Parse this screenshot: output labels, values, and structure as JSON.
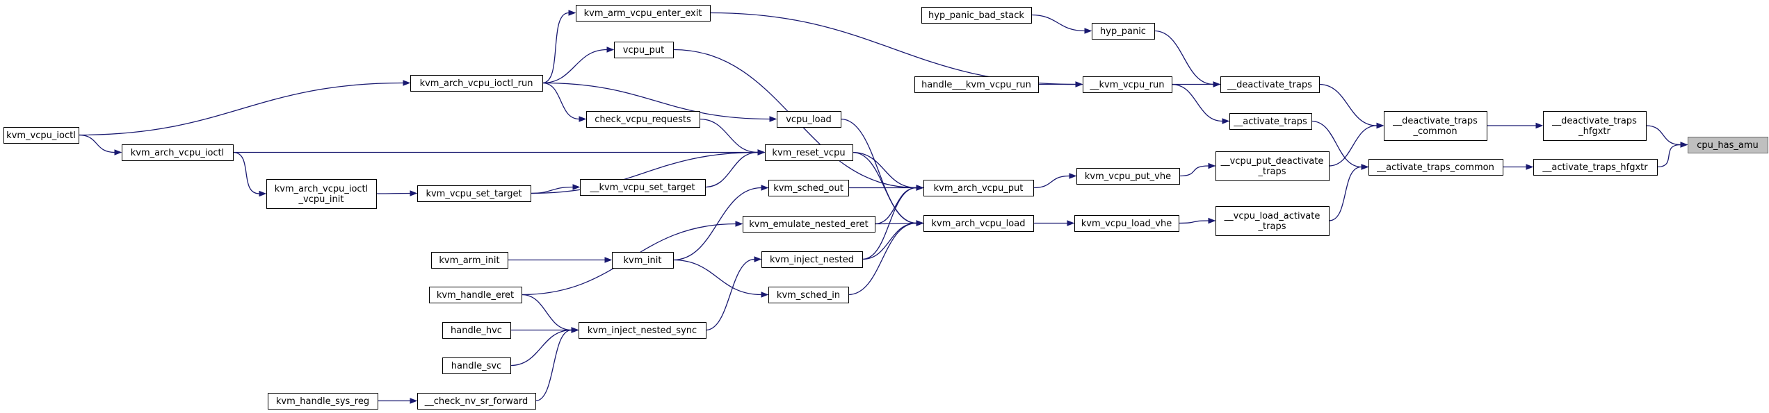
{
  "graph": {
    "nodes": [
      {
        "id": "cpu_has_amu",
        "lines": [
          "cpu_has_amu"
        ]
      },
      {
        "id": "deactivate_traps_hfgxtr",
        "lines": [
          "__deactivate_traps",
          "_hfgxtr"
        ]
      },
      {
        "id": "activate_traps_hfgxtr",
        "lines": [
          "__activate_traps_hfgxtr"
        ]
      },
      {
        "id": "deactivate_traps_common",
        "lines": [
          "__deactivate_traps",
          "_common"
        ]
      },
      {
        "id": "activate_traps_common",
        "lines": [
          "__activate_traps_common"
        ]
      },
      {
        "id": "deactivate_traps",
        "lines": [
          "__deactivate_traps"
        ]
      },
      {
        "id": "activate_traps",
        "lines": [
          "__activate_traps"
        ]
      },
      {
        "id": "vcpu_put_deactivate_traps",
        "lines": [
          "__vcpu_put_deactivate",
          "_traps"
        ]
      },
      {
        "id": "vcpu_load_activate_traps",
        "lines": [
          "__vcpu_load_activate",
          "_traps"
        ]
      },
      {
        "id": "hyp_panic",
        "lines": [
          "hyp_panic"
        ]
      },
      {
        "id": "hyp_panic_bad_stack",
        "lines": [
          "hyp_panic_bad_stack"
        ]
      },
      {
        "id": "kvm_vcpu_run_inner",
        "lines": [
          "__kvm_vcpu_run"
        ]
      },
      {
        "id": "handle_kvm_vcpu_run",
        "lines": [
          "handle___kvm_vcpu_run"
        ]
      },
      {
        "id": "kvm_vcpu_put_vhe",
        "lines": [
          "kvm_vcpu_put_vhe"
        ]
      },
      {
        "id": "kvm_vcpu_load_vhe",
        "lines": [
          "kvm_vcpu_load_vhe"
        ]
      },
      {
        "id": "kvm_arch_vcpu_put",
        "lines": [
          "kvm_arch_vcpu_put"
        ]
      },
      {
        "id": "kvm_arch_vcpu_load",
        "lines": [
          "kvm_arch_vcpu_load"
        ]
      },
      {
        "id": "kvm_arm_vcpu_enter_exit",
        "lines": [
          "kvm_arm_vcpu_enter_exit"
        ]
      },
      {
        "id": "vcpu_put",
        "lines": [
          "vcpu_put"
        ]
      },
      {
        "id": "vcpu_load",
        "lines": [
          "vcpu_load"
        ]
      },
      {
        "id": "check_vcpu_requests",
        "lines": [
          "check_vcpu_requests"
        ]
      },
      {
        "id": "kvm_reset_vcpu",
        "lines": [
          "kvm_reset_vcpu"
        ]
      },
      {
        "id": "kvm_vcpu_set_target_inner",
        "lines": [
          "__kvm_vcpu_set_target"
        ]
      },
      {
        "id": "kvm_sched_out",
        "lines": [
          "kvm_sched_out"
        ]
      },
      {
        "id": "kvm_emulate_nested_eret",
        "lines": [
          "kvm_emulate_nested_eret"
        ]
      },
      {
        "id": "kvm_inject_nested",
        "lines": [
          "kvm_inject_nested"
        ]
      },
      {
        "id": "kvm_sched_in",
        "lines": [
          "kvm_sched_in"
        ]
      },
      {
        "id": "kvm_inject_nested_sync",
        "lines": [
          "kvm_inject_nested_sync"
        ]
      },
      {
        "id": "kvm_arch_vcpu_ioctl_run",
        "lines": [
          "kvm_arch_vcpu_ioctl_run"
        ]
      },
      {
        "id": "kvm_vcpu_set_target",
        "lines": [
          "kvm_vcpu_set_target"
        ]
      },
      {
        "id": "kvm_init",
        "lines": [
          "kvm_init"
        ]
      },
      {
        "id": "check_nv_sr_forward",
        "lines": [
          "__check_nv_sr_forward"
        ]
      },
      {
        "id": "kvm_vcpu_ioctl",
        "lines": [
          "kvm_vcpu_ioctl"
        ]
      },
      {
        "id": "kvm_arch_vcpu_ioctl",
        "lines": [
          "kvm_arch_vcpu_ioctl"
        ]
      },
      {
        "id": "kvm_arch_vcpu_ioctl_vcpu_init",
        "lines": [
          "kvm_arch_vcpu_ioctl",
          "_vcpu_init"
        ]
      },
      {
        "id": "kvm_arm_init",
        "lines": [
          "kvm_arm_init"
        ]
      },
      {
        "id": "kvm_handle_eret",
        "lines": [
          "kvm_handle_eret"
        ]
      },
      {
        "id": "handle_hvc",
        "lines": [
          "handle_hvc"
        ]
      },
      {
        "id": "handle_svc",
        "lines": [
          "handle_svc"
        ]
      },
      {
        "id": "kvm_handle_sys_reg",
        "lines": [
          "kvm_handle_sys_reg"
        ]
      }
    ],
    "edges": [
      {
        "from": "deactivate_traps_hfgxtr",
        "to": "cpu_has_amu"
      },
      {
        "from": "activate_traps_hfgxtr",
        "to": "cpu_has_amu"
      },
      {
        "from": "deactivate_traps_common",
        "to": "deactivate_traps_hfgxtr"
      },
      {
        "from": "activate_traps_common",
        "to": "activate_traps_hfgxtr"
      },
      {
        "from": "deactivate_traps",
        "to": "deactivate_traps_common"
      },
      {
        "from": "vcpu_put_deactivate_traps",
        "to": "deactivate_traps_common"
      },
      {
        "from": "activate_traps",
        "to": "activate_traps_common"
      },
      {
        "from": "vcpu_load_activate_traps",
        "to": "activate_traps_common"
      },
      {
        "from": "hyp_panic",
        "to": "deactivate_traps"
      },
      {
        "from": "kvm_vcpu_run_inner",
        "to": "deactivate_traps"
      },
      {
        "from": "kvm_vcpu_run_inner",
        "to": "activate_traps"
      },
      {
        "from": "kvm_vcpu_put_vhe",
        "to": "vcpu_put_deactivate_traps"
      },
      {
        "from": "kvm_vcpu_load_vhe",
        "to": "vcpu_load_activate_traps"
      },
      {
        "from": "hyp_panic_bad_stack",
        "to": "hyp_panic"
      },
      {
        "from": "handle_kvm_vcpu_run",
        "to": "kvm_vcpu_run_inner"
      },
      {
        "from": "kvm_arm_vcpu_enter_exit",
        "to": "kvm_vcpu_run_inner"
      },
      {
        "from": "kvm_arch_vcpu_put",
        "to": "kvm_vcpu_put_vhe"
      },
      {
        "from": "kvm_arch_vcpu_load",
        "to": "kvm_vcpu_load_vhe"
      },
      {
        "from": "vcpu_put",
        "to": "kvm_arch_vcpu_put"
      },
      {
        "from": "kvm_reset_vcpu",
        "to": "kvm_arch_vcpu_put"
      },
      {
        "from": "kvm_sched_out",
        "to": "kvm_arch_vcpu_put"
      },
      {
        "from": "kvm_emulate_nested_eret",
        "to": "kvm_arch_vcpu_put"
      },
      {
        "from": "kvm_inject_nested",
        "to": "kvm_arch_vcpu_put"
      },
      {
        "from": "vcpu_load",
        "to": "kvm_arch_vcpu_load"
      },
      {
        "from": "kvm_reset_vcpu",
        "to": "kvm_arch_vcpu_load"
      },
      {
        "from": "kvm_emulate_nested_eret",
        "to": "kvm_arch_vcpu_load"
      },
      {
        "from": "kvm_inject_nested",
        "to": "kvm_arch_vcpu_load"
      },
      {
        "from": "kvm_sched_in",
        "to": "kvm_arch_vcpu_load"
      },
      {
        "from": "kvm_arch_vcpu_ioctl_run",
        "to": "kvm_arm_vcpu_enter_exit"
      },
      {
        "from": "kvm_arch_vcpu_ioctl_run",
        "to": "vcpu_put"
      },
      {
        "from": "kvm_arch_vcpu_ioctl_run",
        "to": "vcpu_load"
      },
      {
        "from": "kvm_arch_vcpu_ioctl_run",
        "to": "check_vcpu_requests"
      },
      {
        "from": "check_vcpu_requests",
        "to": "kvm_reset_vcpu"
      },
      {
        "from": "kvm_arch_vcpu_ioctl",
        "to": "kvm_reset_vcpu"
      },
      {
        "from": "kvm_vcpu_set_target_inner",
        "to": "kvm_reset_vcpu"
      },
      {
        "from": "kvm_vcpu_set_target",
        "to": "kvm_reset_vcpu"
      },
      {
        "from": "kvm_vcpu_set_target",
        "to": "kvm_vcpu_set_target_inner"
      },
      {
        "from": "kvm_init",
        "to": "kvm_sched_out"
      },
      {
        "from": "kvm_init",
        "to": "kvm_sched_in"
      },
      {
        "from": "kvm_handle_eret",
        "to": "kvm_emulate_nested_eret"
      },
      {
        "from": "kvm_inject_nested_sync",
        "to": "kvm_inject_nested"
      },
      {
        "from": "kvm_handle_eret",
        "to": "kvm_inject_nested_sync"
      },
      {
        "from": "handle_hvc",
        "to": "kvm_inject_nested_sync"
      },
      {
        "from": "handle_svc",
        "to": "kvm_inject_nested_sync"
      },
      {
        "from": "check_nv_sr_forward",
        "to": "kvm_inject_nested_sync"
      },
      {
        "from": "kvm_vcpu_ioctl",
        "to": "kvm_arch_vcpu_ioctl_run"
      },
      {
        "from": "kvm_vcpu_ioctl",
        "to": "kvm_arch_vcpu_ioctl"
      },
      {
        "from": "kvm_arch_vcpu_ioctl",
        "to": "kvm_arch_vcpu_ioctl_vcpu_init"
      },
      {
        "from": "kvm_arch_vcpu_ioctl_vcpu_init",
        "to": "kvm_vcpu_set_target"
      },
      {
        "from": "kvm_arm_init",
        "to": "kvm_init"
      },
      {
        "from": "kvm_handle_sys_reg",
        "to": "check_nv_sr_forward"
      }
    ]
  }
}
